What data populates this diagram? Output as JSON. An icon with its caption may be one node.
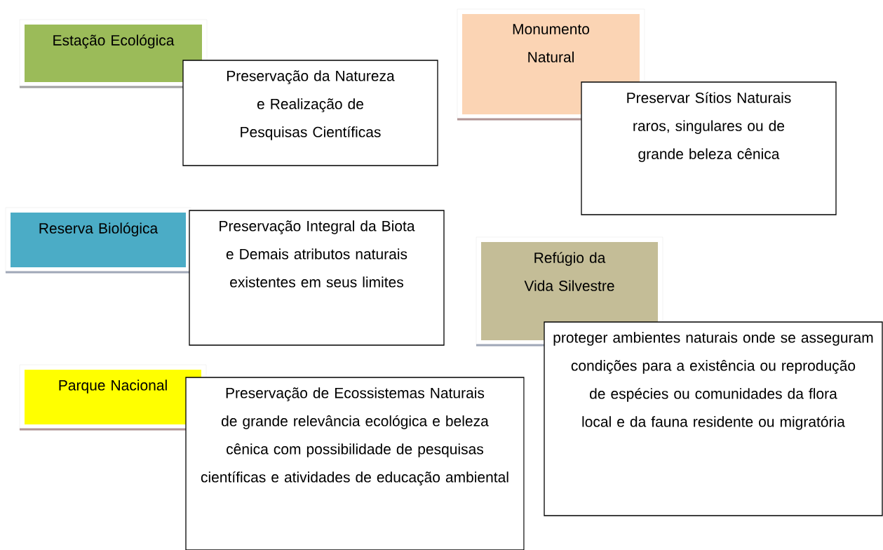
{
  "diagram": {
    "nodes": [
      {
        "text": [
          "Estação Ecológica"
        ]
      },
      {
        "text": [
          "Preservação da Natureza e Realização de Pesquisas Científicas"
        ]
      },
      {
        "text": [
          "Monumento Natural"
        ]
      },
      {
        "text": [
          "Preservar Sítios Naturais raros, singulares ou de grande beleza cênica"
        ]
      },
      {
        "text": [
          "Reserva Biológica"
        ]
      },
      {
        "text": [
          "Preservação Integral da Biota e Demais atributos naturais existentes em seus limites"
        ]
      },
      {
        "text": [
          "Refúgio da Vida Silvestre"
        ]
      },
      {
        "text": [
          "proteger ambientes naturais onde se asseguram condições para a existência ou reprodução de espécies ou comunidades da flora local e da fauna residente ou migratória"
        ]
      },
      {
        "text": [
          "Parque Nacional"
        ]
      },
      {
        "text": [
          "Preservação de Ecossistemas Naturais de grande relevância ecológica e beleza cênica com possibilidade de pesquisas científicas e atividades de educação ambiental"
        ]
      }
    ]
  }
}
